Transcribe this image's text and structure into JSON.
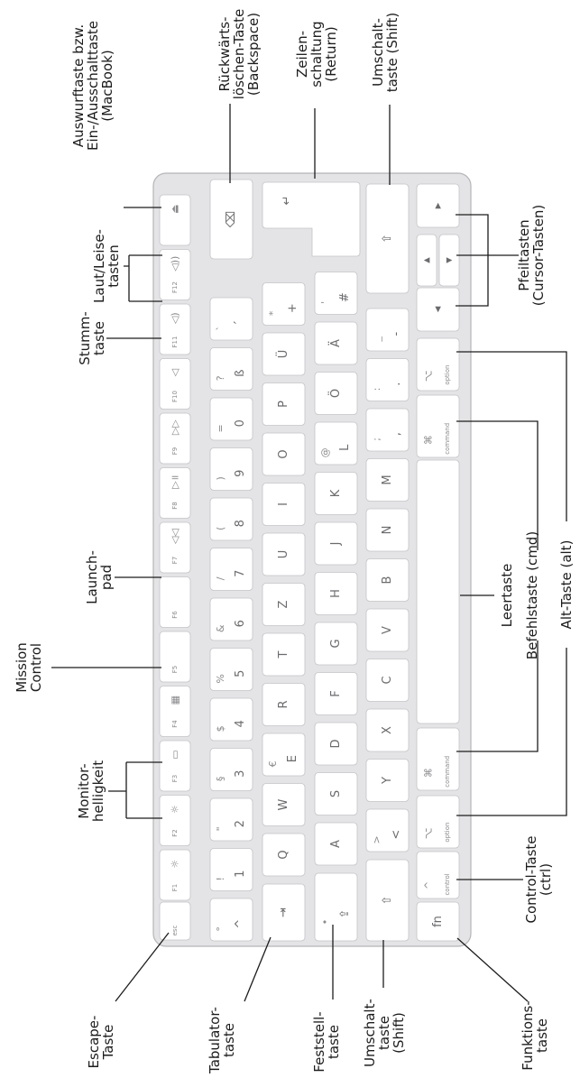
{
  "keyboard": {
    "fkeys": [
      {
        "id": "escape-key",
        "name": "esc",
        "icon": ""
      },
      {
        "id": "f1-key",
        "name": "F1",
        "icon": "☼"
      },
      {
        "id": "f2-key",
        "name": "F2",
        "icon": "☼"
      },
      {
        "id": "f3-key",
        "name": "F3",
        "icon": "▭"
      },
      {
        "id": "f4-key",
        "name": "F4",
        "icon": "▦"
      },
      {
        "id": "f5-key",
        "name": "F5",
        "icon": ""
      },
      {
        "id": "f6-key",
        "name": "F6",
        "icon": ""
      },
      {
        "id": "f7-key",
        "name": "F7",
        "icon": "◁◁"
      },
      {
        "id": "f8-key",
        "name": "F8",
        "icon": "▷॥"
      },
      {
        "id": "f9-key",
        "name": "F9",
        "icon": "▷▷"
      },
      {
        "id": "f10-key",
        "name": "F10",
        "icon": "◁"
      },
      {
        "id": "f11-key",
        "name": "F11",
        "icon": "◁)"
      },
      {
        "id": "f12-key",
        "name": "F12",
        "icon": "◁))"
      },
      {
        "id": "eject-key",
        "name": "",
        "icon": "⏏"
      }
    ],
    "numrow": [
      {
        "id": "caret-key",
        "main": "^",
        "sub": "°"
      },
      {
        "id": "1-key",
        "main": "1",
        "sub": "!"
      },
      {
        "id": "2-key",
        "main": "2",
        "sub": "\""
      },
      {
        "id": "3-key",
        "main": "3",
        "sub": "§"
      },
      {
        "id": "4-key",
        "main": "4",
        "sub": "$"
      },
      {
        "id": "5-key",
        "main": "5",
        "sub": "%"
      },
      {
        "id": "6-key",
        "main": "6",
        "sub": "&"
      },
      {
        "id": "7-key",
        "main": "7",
        "sub": "/"
      },
      {
        "id": "8-key",
        "main": "8",
        "sub": "("
      },
      {
        "id": "9-key",
        "main": "9",
        "sub": ")"
      },
      {
        "id": "0-key",
        "main": "0",
        "sub": "="
      },
      {
        "id": "sz-key",
        "main": "ß",
        "sub": "?"
      },
      {
        "id": "acute-key",
        "main": "´",
        "sub": "`"
      },
      {
        "id": "backspace-key",
        "main": "⌫",
        "sub": ""
      }
    ],
    "qrow": [
      {
        "id": "tab-key",
        "main": "⇥",
        "sub": ""
      },
      {
        "id": "q-key",
        "main": "Q",
        "sub": ""
      },
      {
        "id": "w-key",
        "main": "W",
        "sub": ""
      },
      {
        "id": "e-key",
        "main": "E",
        "sub": "€"
      },
      {
        "id": "r-key",
        "main": "R",
        "sub": ""
      },
      {
        "id": "t-key",
        "main": "T",
        "sub": ""
      },
      {
        "id": "z-key",
        "main": "Z",
        "sub": ""
      },
      {
        "id": "u-key",
        "main": "U",
        "sub": ""
      },
      {
        "id": "i-key",
        "main": "I",
        "sub": ""
      },
      {
        "id": "o-key",
        "main": "O",
        "sub": ""
      },
      {
        "id": "p-key",
        "main": "P",
        "sub": ""
      },
      {
        "id": "ue-key",
        "main": "Ü",
        "sub": ""
      },
      {
        "id": "plus-key",
        "main": "+",
        "sub": "*"
      }
    ],
    "arow": [
      {
        "id": "capslock-key",
        "main": "⇪",
        "sub": "•"
      },
      {
        "id": "a-key",
        "main": "A",
        "sub": ""
      },
      {
        "id": "s-key",
        "main": "S",
        "sub": ""
      },
      {
        "id": "d-key",
        "main": "D",
        "sub": ""
      },
      {
        "id": "f-key",
        "main": "F",
        "sub": ""
      },
      {
        "id": "g-key",
        "main": "G",
        "sub": ""
      },
      {
        "id": "h-key",
        "main": "H",
        "sub": ""
      },
      {
        "id": "j-key",
        "main": "J",
        "sub": ""
      },
      {
        "id": "k-key",
        "main": "K",
        "sub": ""
      },
      {
        "id": "l-key",
        "main": "L",
        "sub": "@"
      },
      {
        "id": "oe-key",
        "main": "Ö",
        "sub": ""
      },
      {
        "id": "ae-key",
        "main": "Ä",
        "sub": ""
      },
      {
        "id": "hash-key",
        "main": "#",
        "sub": "'"
      }
    ],
    "zrow": [
      {
        "id": "left-shift-key",
        "main": "⇧",
        "sub": ""
      },
      {
        "id": "angle-key",
        "main": "<",
        "sub": ">"
      },
      {
        "id": "y-key",
        "main": "Y",
        "sub": ""
      },
      {
        "id": "x-key",
        "main": "X",
        "sub": ""
      },
      {
        "id": "c-key",
        "main": "C",
        "sub": ""
      },
      {
        "id": "v-key",
        "main": "V",
        "sub": ""
      },
      {
        "id": "b-key",
        "main": "B",
        "sub": ""
      },
      {
        "id": "n-key",
        "main": "N",
        "sub": ""
      },
      {
        "id": "m-key",
        "main": "M",
        "sub": ""
      },
      {
        "id": "comma-key",
        "main": ",",
        "sub": ";"
      },
      {
        "id": "period-key",
        "main": ".",
        "sub": ":"
      },
      {
        "id": "minus-key",
        "main": "-",
        "sub": "_"
      },
      {
        "id": "right-shift-key",
        "main": "⇧",
        "sub": ""
      }
    ],
    "bottom": [
      {
        "id": "fn-key",
        "main": "fn",
        "sub": ""
      },
      {
        "id": "control-key",
        "main": "control",
        "sub": "^"
      },
      {
        "id": "left-option-key",
        "main": "option",
        "sub": "⌥"
      },
      {
        "id": "left-command-key",
        "main": "command",
        "sub": "⌘"
      },
      {
        "id": "space-key",
        "main": "",
        "sub": ""
      },
      {
        "id": "right-command-key",
        "main": "command",
        "sub": "⌘"
      },
      {
        "id": "right-option-key",
        "main": "option",
        "sub": "⌥"
      }
    ],
    "arrows": [
      {
        "id": "arrow-left-key",
        "main": "◂"
      },
      {
        "id": "arrow-up-key",
        "main": "▴"
      },
      {
        "id": "arrow-down-key",
        "main": "▾"
      },
      {
        "id": "arrow-right-key",
        "main": "▸"
      }
    ]
  },
  "labels": {
    "escape": [
      "Escape-",
      "Taste"
    ],
    "tab": [
      "Tabulator-",
      "taste"
    ],
    "caps": [
      "Feststell-",
      "taste"
    ],
    "shift_left": [
      "Umschalt-",
      "taste",
      "(Shift)"
    ],
    "fn": [
      "Funktions-",
      "taste"
    ],
    "monitor": [
      "Monitor-",
      "helligkeit"
    ],
    "mission": [
      "Mission",
      "Control"
    ],
    "launchpad": [
      "Launch-",
      "pad"
    ],
    "mute": [
      "Stumm-",
      "taste"
    ],
    "volume": [
      "Laut/Leise-",
      "tasten"
    ],
    "eject": [
      "Auswurftaste bzw.",
      "Ein-/Ausschalttaste",
      "(MacBook)"
    ],
    "backspace": [
      "Rückwärts-",
      "löschen-Taste",
      "(Backspace)"
    ],
    "return": [
      "Zeilen-",
      "schaltung",
      "(Return)"
    ],
    "shift_right": [
      "Umschalt-",
      "taste (Shift)"
    ],
    "arrows": [
      "Pfeiltasten",
      "(Cursor-Tasten)"
    ],
    "space": [
      "Leertaste"
    ],
    "command": [
      "Befehlstaste (cmd)"
    ],
    "option": [
      "Alt-Taste (alt)"
    ],
    "control": [
      "Control-Taste",
      "(ctrl)"
    ]
  }
}
